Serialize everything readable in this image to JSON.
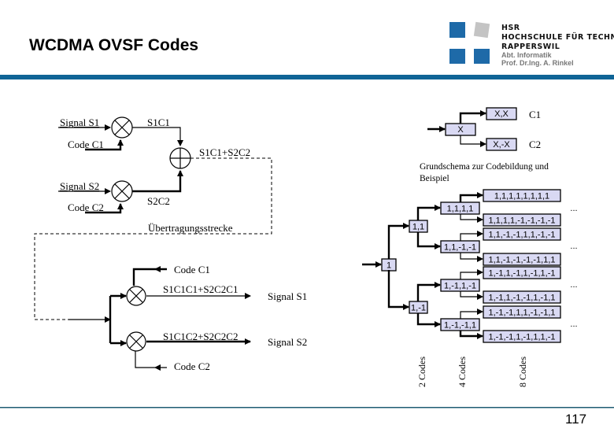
{
  "header": {
    "title": "WCDMA OVSF Codes",
    "logo": {
      "line1": "HSR",
      "line2": "HOCHSCHULE FÜR TECHNIK",
      "line3": "RAPPERSWIL",
      "line4": "Abt. Informatik",
      "line5": "Prof. Dr.Ing. A. Rinkel"
    },
    "accent_color": "#0f6496"
  },
  "transmitter": {
    "signal_s1": "Signal S1",
    "code_c1": "Code C1",
    "s1c1": "S1C1",
    "sum": "S1C1+S2C2",
    "signal_s2": "Signal S2",
    "code_c2": "Code C2",
    "s2c2": "S2C2",
    "channel": "Übertragungsstrecke"
  },
  "receiver": {
    "code_c1": "Code C1",
    "out1": "S1C1C1+S2C2C1",
    "signal_s1": "Signal S1",
    "out2": "S1C1C2+S2C2C2",
    "signal_s2": "Signal S2",
    "code_c2": "Code C2"
  },
  "schema": {
    "input": "X",
    "upper": "X,X",
    "lower": "X,-X",
    "c1": "C1",
    "c2": "C2",
    "caption_line1": "Grundschema zur Codebildung und",
    "caption_line2": "Beispiel"
  },
  "tree": {
    "root": "1",
    "level2": [
      "1,1",
      "1,-1"
    ],
    "level4": [
      "1,1,1,1",
      "1,1,-1,-1",
      "1,-1,1,-1",
      "1,-1,-1,1"
    ],
    "level8": [
      "1,1,1,1,1,1,1,1",
      "1,1,1,1,-1,-1,-1,-1",
      "1,1,-1,-1,1,1,-1,-1",
      "1,1,-1,-1,-1,-1,1,1",
      "1,-1,1,-1,1,-1,1,-1",
      "1,-1,1,-1,-1,1,-1,1",
      "1,-1,-1,1,1,-1,-1,1",
      "1,-1,-1,1,-1,1,1,-1"
    ],
    "ellipsis": "...",
    "label_2": "2 Codes",
    "label_4": "4 Codes",
    "label_8": "8 Codes"
  },
  "footer": {
    "page_number": "117"
  }
}
